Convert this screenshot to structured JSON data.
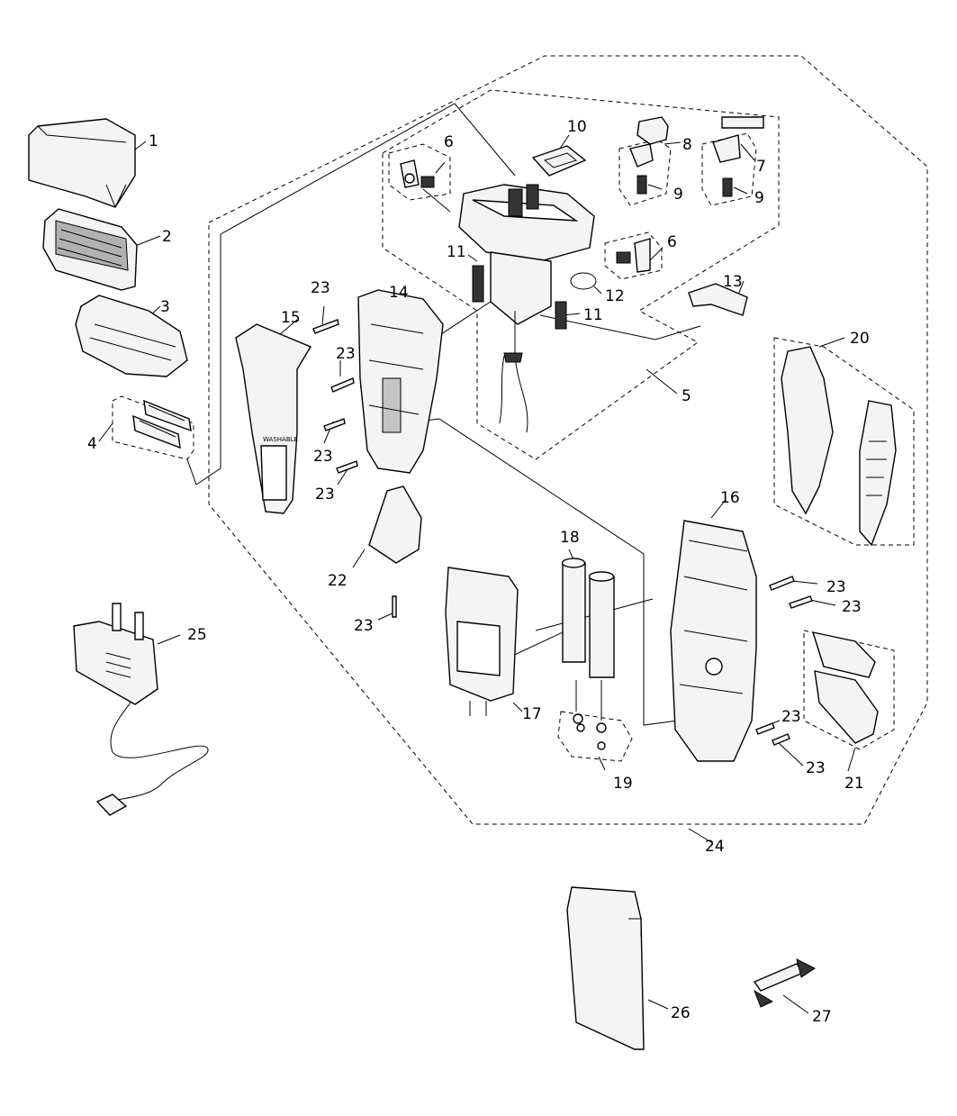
{
  "diagram": {
    "callouts": [
      "1",
      "2",
      "3",
      "4",
      "5",
      "6",
      "6",
      "7",
      "8",
      "9",
      "9",
      "10",
      "11",
      "11",
      "12",
      "13",
      "14",
      "15",
      "16",
      "17",
      "18",
      "19",
      "20",
      "21",
      "22",
      "23",
      "23",
      "23",
      "23",
      "23",
      "23",
      "23",
      "23",
      "23",
      "24",
      "25",
      "26",
      "27"
    ]
  }
}
